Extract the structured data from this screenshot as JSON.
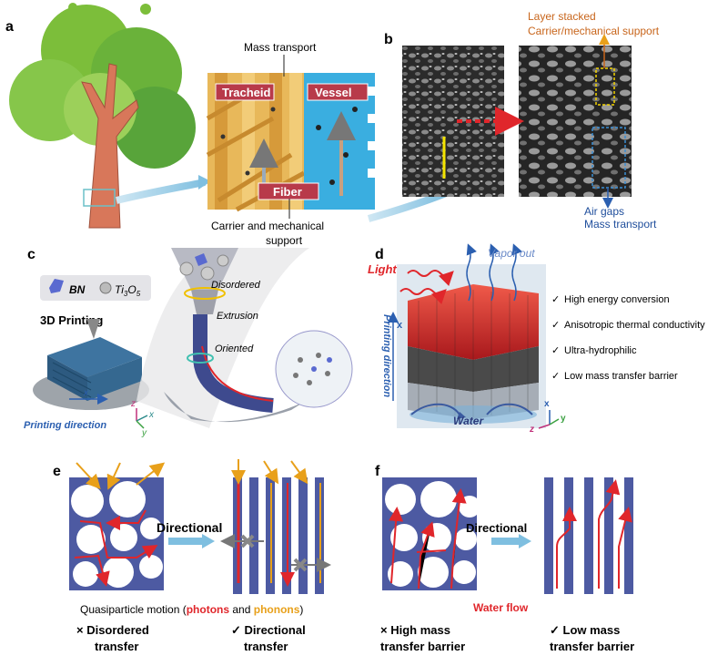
{
  "panels": {
    "a": "a",
    "b": "b",
    "c": "c",
    "d": "d",
    "e": "e",
    "f": "f"
  },
  "panel_a": {
    "mass_transport": "Mass transport",
    "tracheid": "Tracheid",
    "vessel": "Vessel",
    "fiber": "Fiber",
    "carrier_line1": "Carrier and mechanical",
    "carrier_line2": "support"
  },
  "panel_b": {
    "layer_line1": "Layer stacked",
    "layer_line2": "Carrier/mechanical support",
    "air_line1": "Air gaps",
    "air_line2": "Mass transport",
    "air_color": "#1f4e9c",
    "layer_color": "#c8651b"
  },
  "panel_c": {
    "bn": "BN",
    "ti3o5": "Ti",
    "ti3o5_sub1": "3",
    "ti3o5_o": "O",
    "ti3o5_sub2": "5",
    "printing_3d": "3D Printing",
    "disordered": "Disordered",
    "extrusion": "Extrusion",
    "oriented": "Oriented",
    "printing_direction": "Printing direction",
    "axis_z": "z",
    "axis_x": "x",
    "axis_y": "y",
    "axis_x_bottom": "x"
  },
  "panel_d": {
    "light": "Light",
    "vapor_out": "Vapor out",
    "printing_direction": "Printing direction",
    "axis_x": "x",
    "water": "Water",
    "features": [
      "High energy conversion",
      "Anisotropic thermal conductivity",
      "Ultra-hydrophilic",
      "Low mass transfer barrier"
    ],
    "check": "✓",
    "axis_z": "z",
    "axis_x2": "x",
    "axis_y": "y"
  },
  "panel_e": {
    "directional": "Directional",
    "quasi_prefix": "Quasiparticle motion (",
    "photons": "photons",
    "and": " and ",
    "phonons": "phonons",
    "quasi_suffix": ")",
    "left_line1": "× Disordered",
    "left_line2": "transfer",
    "right_line1": "✓ Directional",
    "right_line2": "transfer"
  },
  "panel_f": {
    "directional": "Directional",
    "water_flow": "Water flow",
    "left_line1": "× High mass",
    "left_line2": "transfer barrier",
    "right_line1": "✓ Low mass",
    "right_line2": "transfer barrier"
  },
  "colors": {
    "red": "#e0262b",
    "orange": "#e8a01a",
    "frame": "#4d5aa2",
    "blue_arrow": "#3a8ed4"
  }
}
